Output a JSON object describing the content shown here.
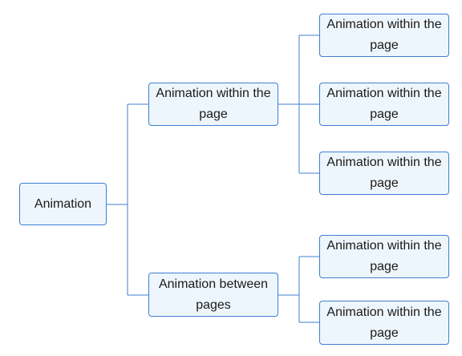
{
  "colors": {
    "border": "#3f7fcf",
    "fill": "#eef6fd",
    "line": "#3f7fcf",
    "text": "#1a1a1a"
  },
  "diagram": {
    "root": {
      "label": "Animation"
    },
    "branches": [
      {
        "label": "Animation within the page",
        "children": [
          {
            "label": "Animation within the page"
          },
          {
            "label": "Animation within the page"
          },
          {
            "label": "Animation within the page"
          }
        ]
      },
      {
        "label": "Animation between pages",
        "children": [
          {
            "label": "Animation within the page"
          },
          {
            "label": "Animation within the page"
          }
        ]
      }
    ]
  }
}
